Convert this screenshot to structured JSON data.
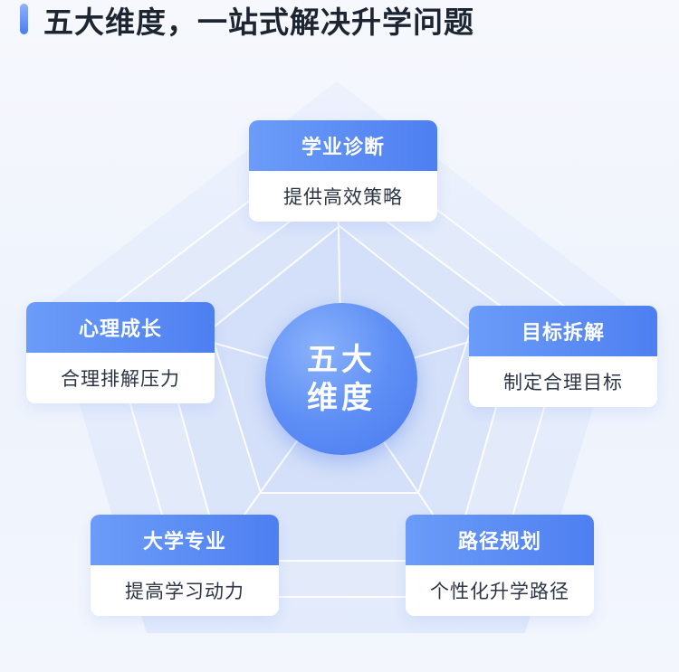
{
  "title": "五大维度，一站式解决升学问题",
  "center": {
    "line1": "五大",
    "line2": "维度"
  },
  "cards": [
    {
      "heading": "学业诊断",
      "text": "提供高效策略"
    },
    {
      "heading": "目标拆解",
      "text": "制定合理目标"
    },
    {
      "heading": "路径规划",
      "text": "个性化升学路径"
    },
    {
      "heading": "大学专业",
      "text": "提高学习动力"
    },
    {
      "heading": "心理成长",
      "text": "合理排解压力"
    }
  ],
  "colors": {
    "accent": "#4e7ff1",
    "accent_light": "#6b9cf8",
    "title": "#1d2432",
    "body_text": "#2e3645"
  }
}
